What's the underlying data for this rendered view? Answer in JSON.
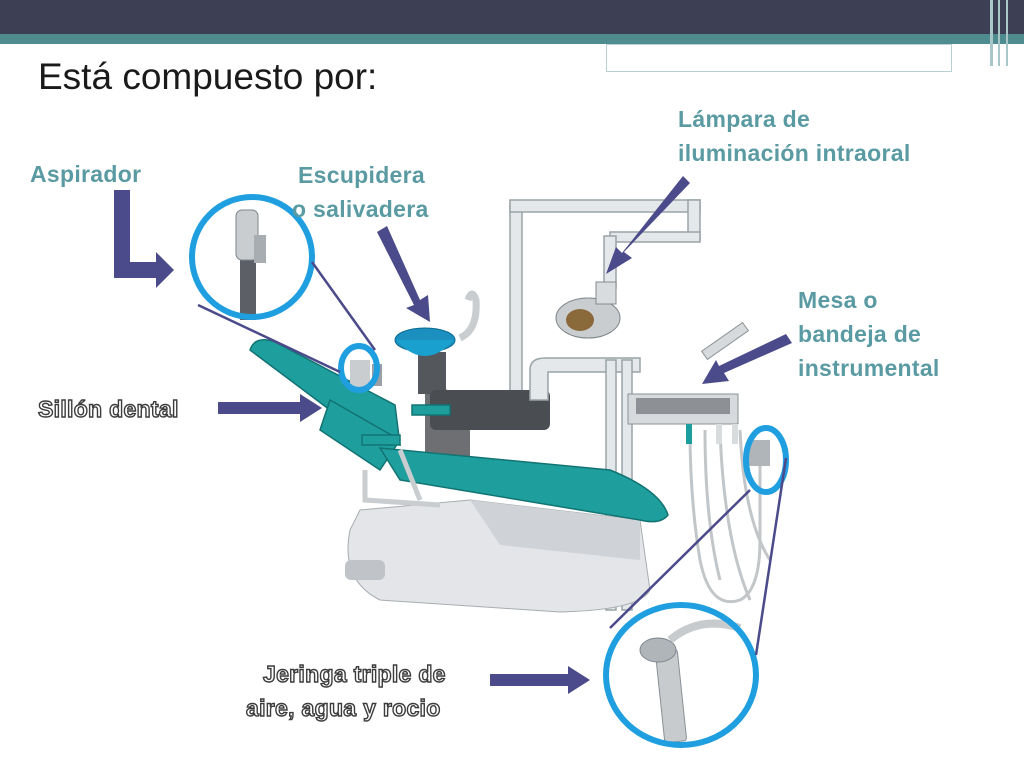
{
  "slide": {
    "title": "Está compuesto por:"
  },
  "labels": {
    "aspirador": "Aspirador",
    "escupidera_1": "Escupidera",
    "escupidera_2": "o salivadera",
    "lampara_1": "Lámpara de",
    "lampara_2": "iluminación intraoral",
    "mesa_1": "Mesa o",
    "mesa_2": "bandeja de",
    "mesa_3": "instrumental",
    "sillon": "Sillón dental",
    "jeringa_1": "Jeringa triple de",
    "jeringa_2": "aire, agua y rocio"
  },
  "colors": {
    "arrow": "#4b4a8a",
    "circle": "#1f9fe0",
    "label_teal": "#5a9aa2",
    "chair_teal": "#1f9e9e",
    "header_dark": "#3d3f55",
    "header_teal": "#4e8c8f"
  }
}
